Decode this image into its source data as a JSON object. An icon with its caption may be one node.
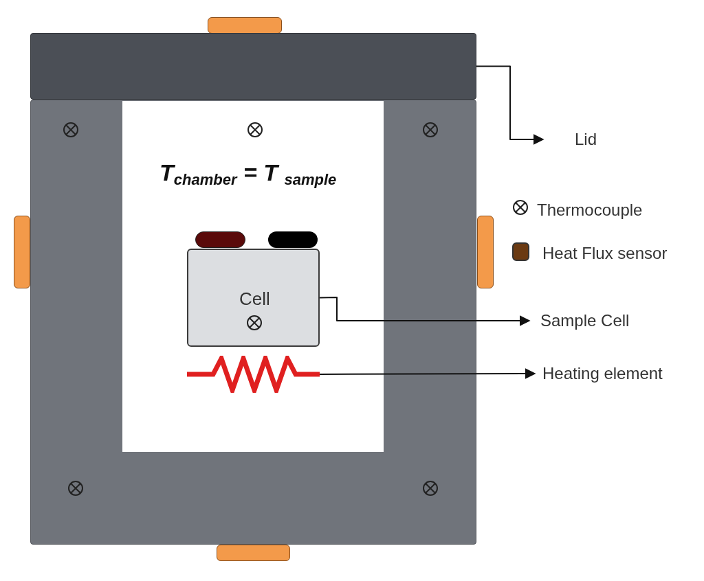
{
  "diagram": {
    "nodes": [
      {
        "text": [],
        "shape": "box"
      },
      {
        "text": [
          "Lid"
        ]
      },
      {
        "text": [
          "Cell"
        ]
      },
      {
        "text": [
          "Sample Cell"
        ]
      },
      {
        "text": [],
        "shape": "picture"
      },
      {
        "text": [
          "Heating element"
        ]
      }
    ],
    "edges": [
      {
        "from": 0,
        "to": 1,
        "arrow": "to"
      },
      {
        "from": 2,
        "to": 3,
        "arrow": "to"
      },
      {
        "from": 4,
        "to": 5,
        "arrow": "to"
      }
    ],
    "labels": [
      "T$_{chamber}$ = T $_{sample}$"
    ],
    "legend": [
      {
        "text": "Thermocouple"
      },
      {
        "text": "Heat Flux sensor",
        "color": "#6b3a12"
      }
    ]
  }
}
